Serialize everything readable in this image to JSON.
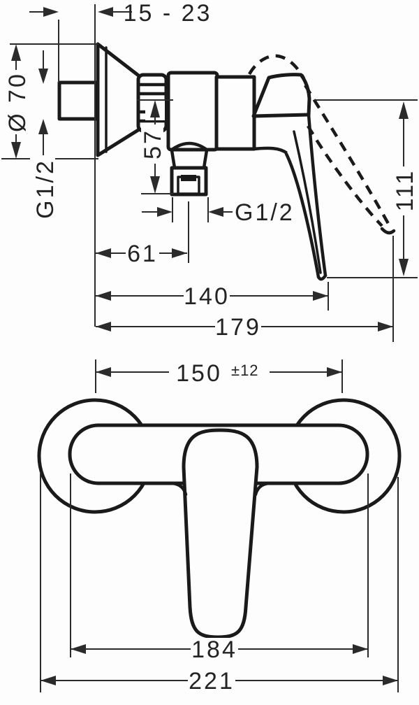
{
  "drawing": {
    "title": "shower-mixer-dimensional-drawing",
    "line_color": "#1a1a1a",
    "side_view": {
      "wall_distance": "15 - 23",
      "escutcheon_diameter": "Ø 70",
      "inlet_thread": "G1/2",
      "inlet_to_outlet_drop": "57",
      "outlet_thread": "G1/2",
      "wall_to_outlet_axis": "61",
      "projection_lever_down": "140",
      "projection_lever_up": "179",
      "lever_drop_height": "111"
    },
    "front_view": {
      "connection_distance": "150",
      "connection_tolerance": "±12",
      "body_width": "184",
      "overall_width": "221"
    }
  }
}
